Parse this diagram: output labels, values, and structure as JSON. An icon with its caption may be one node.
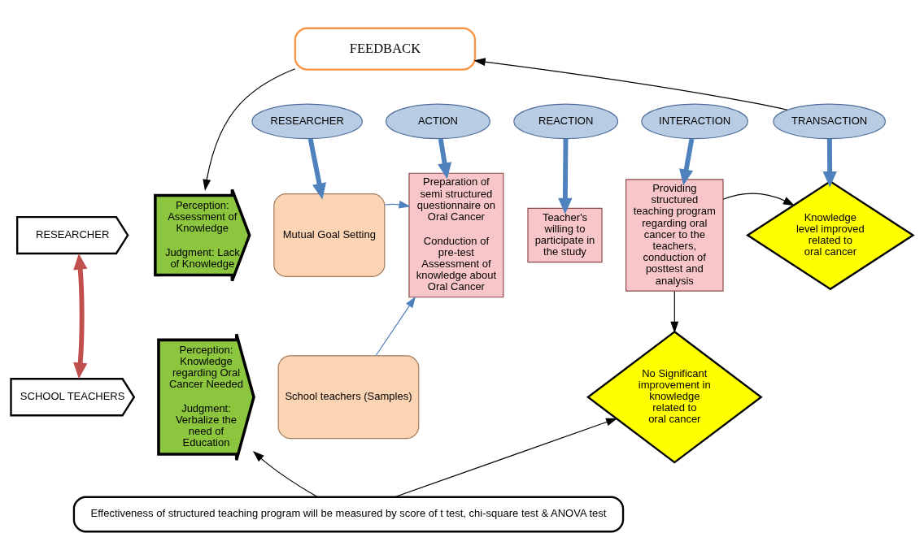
{
  "diagram": {
    "nodes": [
      {
        "text": [
          "FEEDBACK"
        ]
      },
      {
        "text": [
          "RESEARCHER"
        ]
      },
      {
        "text": [
          "SCHOOL TEACHERS"
        ]
      },
      {
        "text": [
          "Perception: Assessment of Knowledge",
          "Judgment: Lack of Knowledge"
        ]
      },
      {
        "text": [
          "Perception: Knowledge regarding Oral Cancer Needed",
          "Judgment: Verbalize the need of Education"
        ]
      },
      {
        "text": [
          "RESEARCHER"
        ]
      },
      {
        "text": [
          "ACTION"
        ]
      },
      {
        "text": [
          "REACTION"
        ]
      },
      {
        "text": [
          "INTERACTION"
        ]
      },
      {
        "text": [
          "TRANSACTION"
        ]
      },
      {
        "text": [
          "Mutual Goal Setting"
        ]
      },
      {
        "text": [
          "School teachers (Samples)"
        ]
      },
      {
        "text": [
          "Preparation of semi structured questionnaire on Oral Cancer",
          "Conduction of pre-test Assessment of knowledge about Oral Cancer"
        ]
      },
      {
        "text": [
          "Teacher's willing to participate in the study"
        ]
      },
      {
        "text": [
          "Providing structured teaching program regarding oral cancer to the teachers, conduction of posttest and analysis"
        ]
      },
      {
        "text": [
          "Knowledge level improved related to oral cancer"
        ]
      },
      {
        "text": [
          "No Significant improvement in knowledge related to oral cancer"
        ]
      },
      {
        "text": [
          "Effectiveness of structured teaching program will be measured by score of t test, chi-square test & ANOVA test"
        ]
      }
    ],
    "edges": [
      {
        "from": 0,
        "to": 3,
        "arrow": "to",
        "color": "#000000"
      },
      {
        "from": 9,
        "to": 0,
        "arrow": "to",
        "color": "#000000"
      },
      {
        "from": 1,
        "to": 2,
        "arrow": "both",
        "style": "thick",
        "color": "#c0504d"
      },
      {
        "from": 5,
        "to": 10,
        "arrow": "to",
        "style": "thick",
        "color": "#4f81bd"
      },
      {
        "from": 6,
        "to": 12,
        "arrow": "to",
        "style": "thick",
        "color": "#4f81bd"
      },
      {
        "from": 7,
        "to": 13,
        "arrow": "to",
        "style": "thick",
        "color": "#4f81bd"
      },
      {
        "from": 8,
        "to": 14,
        "arrow": "to",
        "style": "thick",
        "color": "#4f81bd"
      },
      {
        "from": 9,
        "to": 15,
        "arrow": "to",
        "style": "thick",
        "color": "#4f81bd"
      },
      {
        "from": 10,
        "to": 12,
        "arrow": "to",
        "color": "#4f81bd"
      },
      {
        "from": 11,
        "to": 12,
        "arrow": "to",
        "color": "#4f81bd"
      },
      {
        "from": 14,
        "to": 15,
        "arrow": "to",
        "color": "#000000"
      },
      {
        "from": 14,
        "to": 16,
        "arrow": "to",
        "color": "#000000"
      },
      {
        "from": 17,
        "to": 4,
        "arrow": "to",
        "color": "#000000"
      },
      {
        "from": 17,
        "to": 16,
        "arrow": "to",
        "color": "#000000"
      }
    ]
  }
}
